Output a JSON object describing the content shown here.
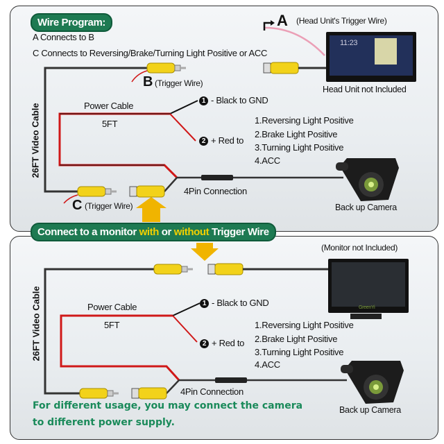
{
  "top": {
    "badge": "Wire Program:",
    "line1": "A Connects to B",
    "line2": "C Connects to Reversing/Brake/Turning Light Positive or ACC",
    "a_letter": "A",
    "a_label": "(Head Unit's Trigger Wire)",
    "b_letter": "B",
    "b_label": "(Trigger Wire)",
    "c_letter": "C",
    "c_label": "(Trigger Wire)",
    "head_unit_label": "Head Unit not Included",
    "head_unit_time": "11:23",
    "video_cable": "26FT Video Cable",
    "power_cable": "Power Cable",
    "length": "5FT",
    "n1": "1",
    "black": "- Black to GND",
    "n2": "2",
    "red": "+ Red to",
    "options": [
      "1.Reversing Light Positive",
      "2.Brake Light Positive",
      "3.Turning Light Positive",
      "4.ACC"
    ],
    "pin": "4Pin Connection",
    "camera": "Back up Camera"
  },
  "banner": {
    "part1": "Connect to a monitor ",
    "with": "with",
    "part2": " or ",
    "without": "without",
    "part3": " Trigger Wire"
  },
  "bottom": {
    "monitor_label": "(Monitor not Included)",
    "monitor_brand": "GreenYi",
    "video_cable": "26FT Video Cable",
    "power_cable": "Power Cable",
    "length": "5FT",
    "n1": "1",
    "black": "- Black to GND",
    "n2": "2",
    "red": "+ Red to",
    "options": [
      "1.Reversing Light Positive",
      "2.Brake Light Positive",
      "3.Turning Light Positive",
      "4.ACC"
    ],
    "pin": "4Pin Connection",
    "camera": "Back up Camera",
    "note1": "For different usage, you may connect the camera",
    "note2": "to different power supply."
  },
  "colors": {
    "green": "#1e7a52",
    "highlight": "#f3d000",
    "connector": "#f2d21a",
    "power": "#d01818",
    "arrow": "#f0b400"
  }
}
